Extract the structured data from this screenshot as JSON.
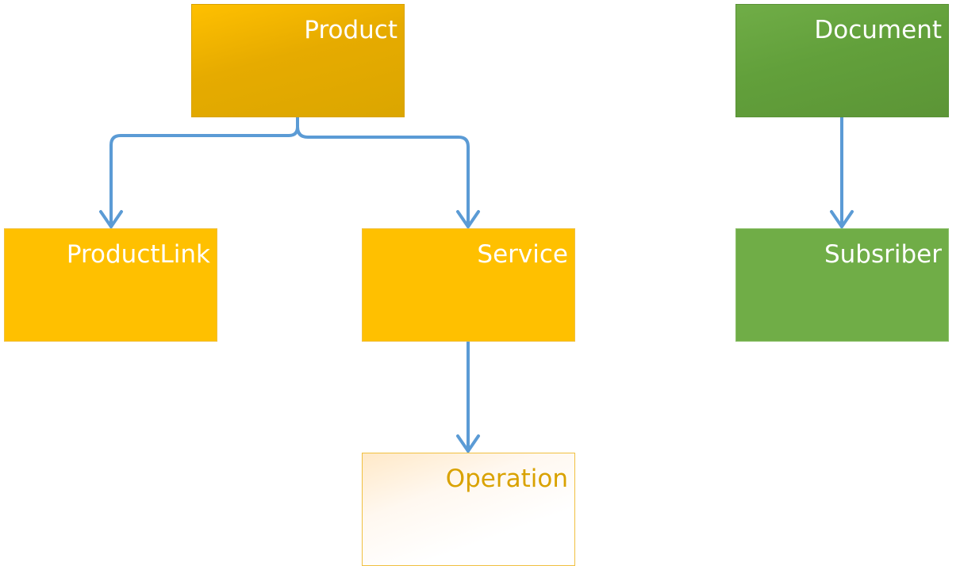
{
  "nodes": {
    "product": {
      "label": "Product"
    },
    "productlink": {
      "label": "ProductLink"
    },
    "service": {
      "label": "Service"
    },
    "operation": {
      "label": "Operation"
    },
    "document": {
      "label": "Document"
    },
    "subscriber": {
      "label": "Subsriber"
    }
  },
  "edges": [
    {
      "from": "Product",
      "to": "ProductLink"
    },
    {
      "from": "Product",
      "to": "Service"
    },
    {
      "from": "Service",
      "to": "Operation"
    },
    {
      "from": "Document",
      "to": "Subsriber"
    }
  ],
  "colors": {
    "orange": "#ffc000",
    "orange_dark": "#dba600",
    "green": "#70ad47",
    "green_dark": "#5c9536",
    "connector": "#5b9bd5",
    "operation_text": "#d9a200"
  }
}
